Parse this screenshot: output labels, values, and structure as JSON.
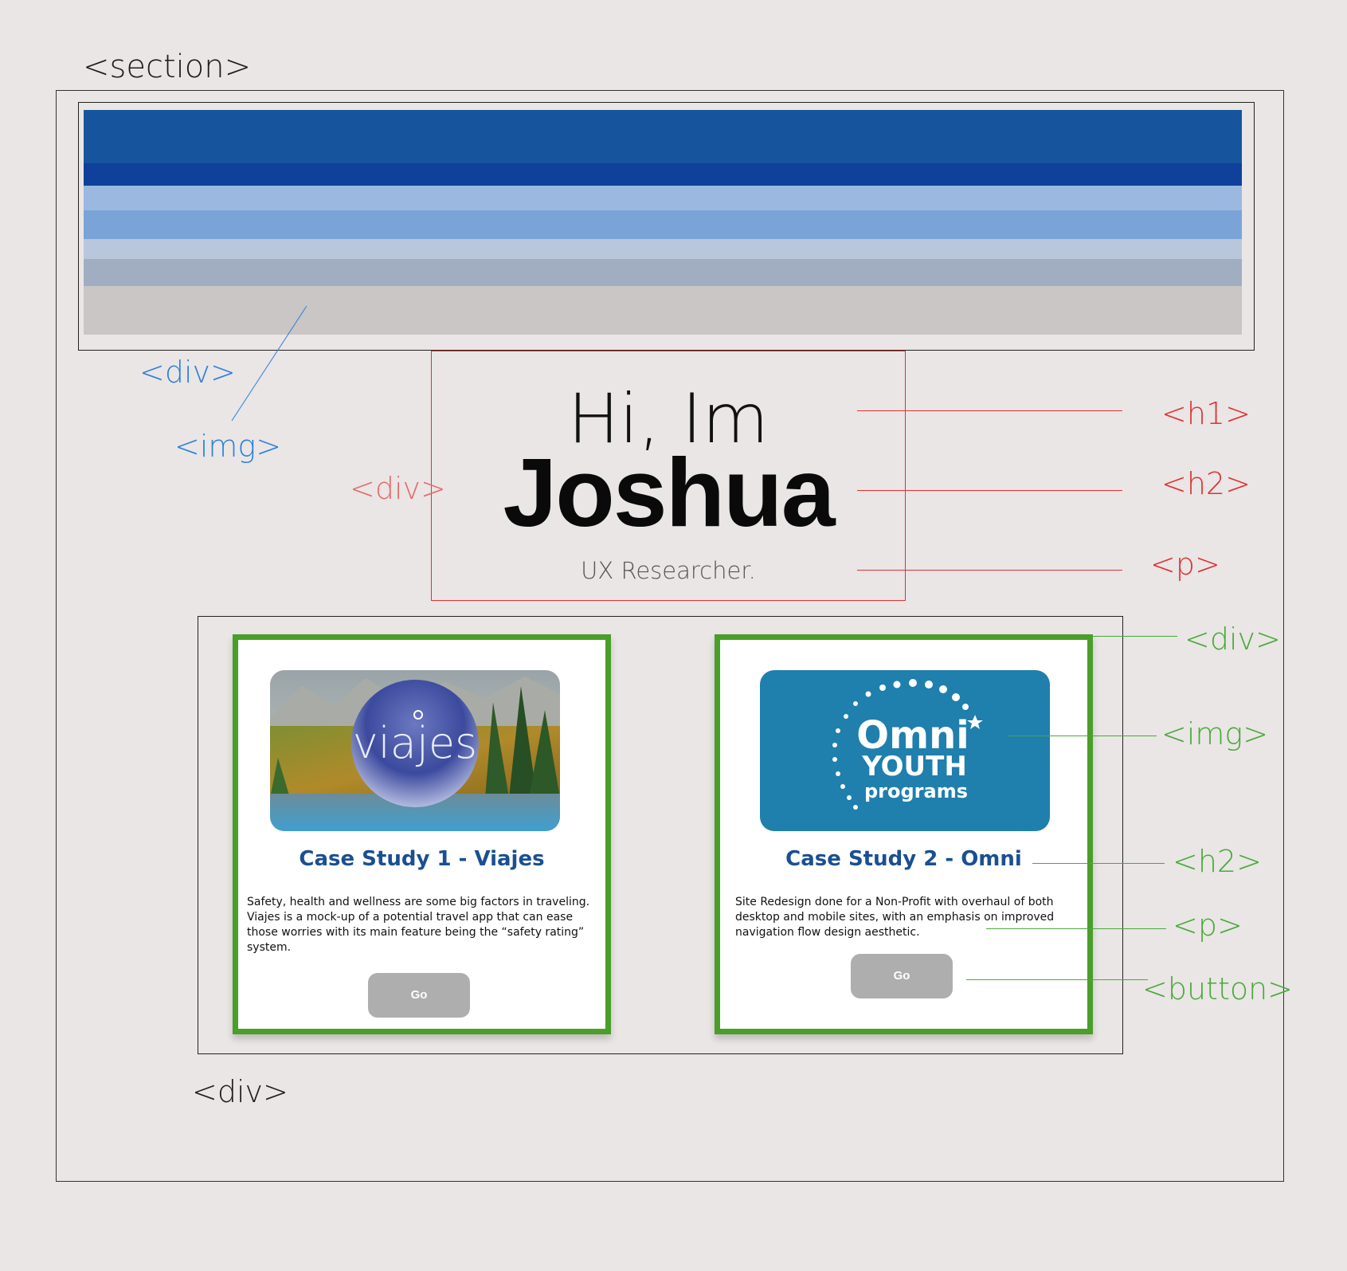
{
  "labels": {
    "section": "<section>",
    "banner_div": "<div>",
    "banner_img": "<img>",
    "hero_div": "<div>",
    "hero_h1": "<h1>",
    "hero_h2": "<h2>",
    "hero_p": "<p>",
    "cards_div": "<div>",
    "card_img": "<img>",
    "card_h2": "<h2>",
    "card_p": "<p>",
    "card_button": "<button>",
    "outer_div": "<div>"
  },
  "banner": {
    "stripe_colors": [
      "#16559e",
      "#0f409a",
      "#9ab8e0",
      "#7aa3d8",
      "#b9c7dc",
      "#a1aec2",
      "#c9c6c5"
    ]
  },
  "hero": {
    "greeting": "Hi, Im",
    "name": "Joshua",
    "role": "UX Researcher."
  },
  "cards": [
    {
      "title": "Case Study 1 - Viajes",
      "image_text": "viajes",
      "description": "Safety, health and wellness are some big factors in traveling. Viajes is a mock-up of a potential travel app that can ease those worries with its main feature being the “safety rating” system.",
      "button": "Go"
    },
    {
      "title": "Case Study 2 - Omni",
      "image_text": [
        "Omni",
        "YOUTH",
        "programs"
      ],
      "description": "Site Redesign done for a Non-Profit with overhaul of both desktop and mobile sites, with an emphasis on improved navigation flow design aesthetic.",
      "button": "Go"
    }
  ],
  "colors": {
    "page_bg": "#e9e6e5",
    "card_border": "#4a9e2a",
    "card_title": "#1a4f92",
    "button_bg": "#aeaeae",
    "annotation_blue": "#2f7fdc",
    "annotation_red": "#e03131",
    "annotation_green": "#4aa83a",
    "omni_bg": "#1f7fad"
  }
}
